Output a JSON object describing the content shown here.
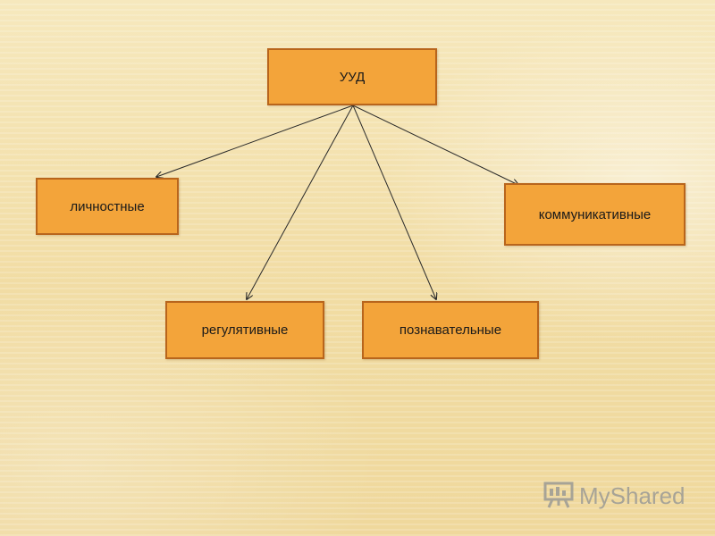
{
  "diagram": {
    "root": "УУД",
    "children": {
      "personal": "личностные",
      "communicative": "коммуникативные",
      "regulative": "регулятивные",
      "cognitive": "познавательные"
    }
  },
  "watermark": {
    "text": "MyShared",
    "icon": "presentation-board-icon"
  },
  "colors": {
    "node_fill": "#f3a43a",
    "node_border": "#b8651c",
    "arrow": "#2a2a2a",
    "watermark": "#9b9a95"
  }
}
